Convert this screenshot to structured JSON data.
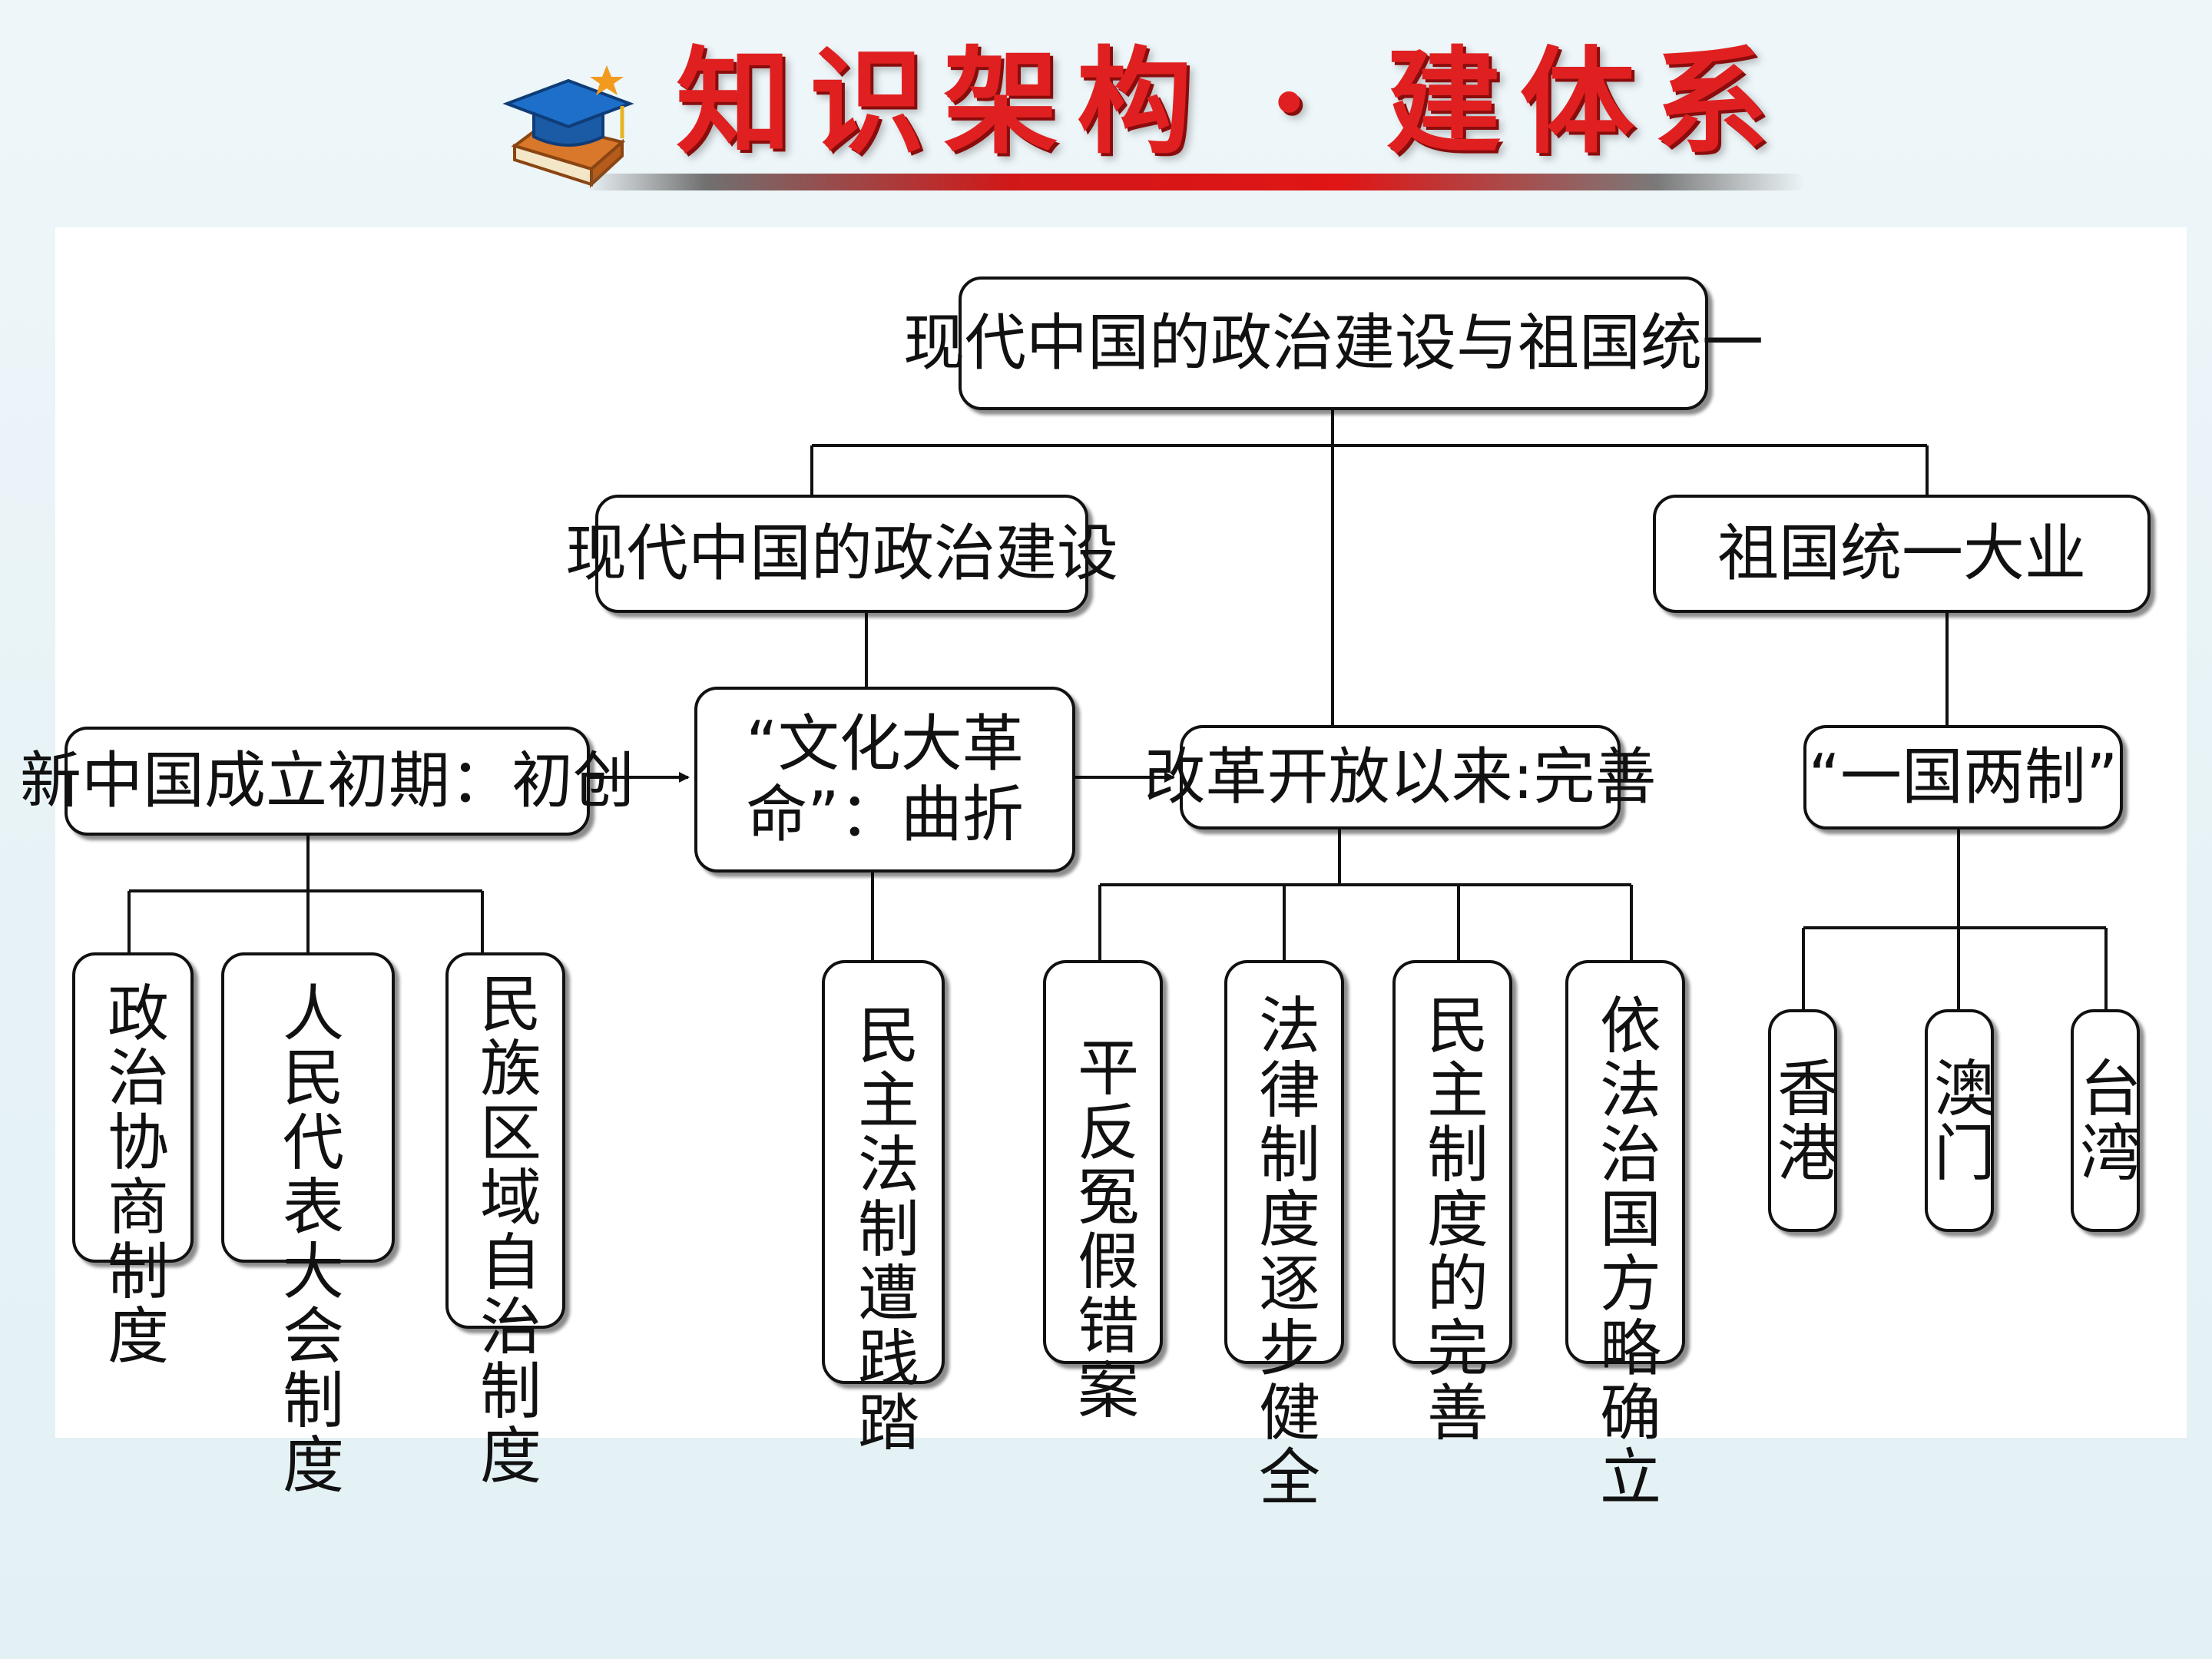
{
  "header": {
    "title": "知识架构 · 建体系"
  },
  "diagram": {
    "root": "现代中国的政治建设与祖国统一",
    "branch_politics": "现代中国的政治建设",
    "branch_unification": "祖国统一大业",
    "stage_early": "新中国成立初期：初创",
    "stage_culture": "“文化大革命”：曲折",
    "stage_reform": "改革开放以来:完善",
    "one_country": "“一国两制”",
    "early_items": [
      "政治协商制度",
      "人民代表大会制度",
      "民族区域自治制度"
    ],
    "culture_items": [
      "民主法制遭践踏"
    ],
    "reform_items": [
      "平反冤假错案",
      "法律制度逐步健全",
      "民主制度的完善",
      "依法治国方略确立"
    ],
    "region_items": [
      "香港",
      "澳门",
      "台湾"
    ]
  },
  "colors": {
    "title_red": "#e02020",
    "bar_red": "#e01515",
    "line": "#111111",
    "box_border": "#111111"
  }
}
